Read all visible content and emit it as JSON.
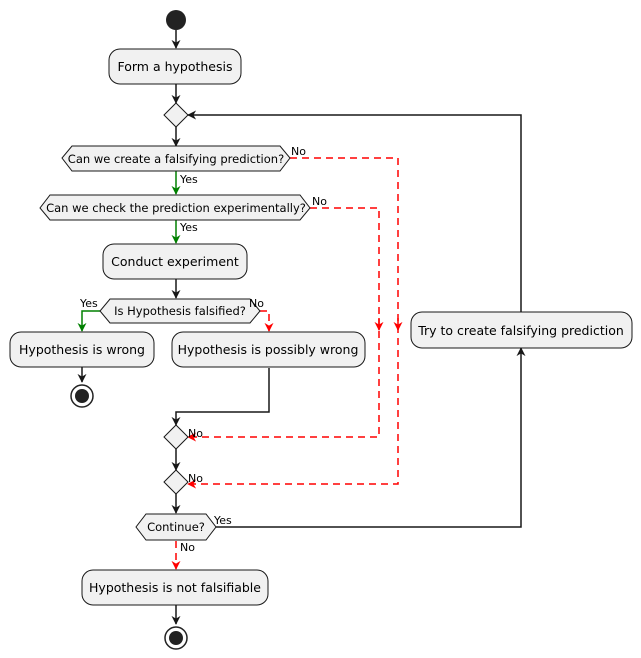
{
  "colors": {
    "node_fill": "#f1f1f1",
    "node_stroke": "#181818",
    "arrow_default": "#181818",
    "arrow_yes": "#008000",
    "arrow_no": "#ff0000"
  },
  "diagram": {
    "activities": {
      "form_hypothesis": "Form a hypothesis",
      "conduct_experiment": "Conduct experiment",
      "hypothesis_wrong": "Hypothesis is wrong",
      "hypothesis_possibly_wrong": "Hypothesis is possibly wrong",
      "try_create": "Try to create falsifying prediction",
      "not_falsifiable": "Hypothesis is not falsifiable"
    },
    "decisions": {
      "create_prediction": "Can we create a falsifying prediction?",
      "check_prediction": "Can we check the prediction experimentally?",
      "is_falsified": "Is Hypothesis falsified?",
      "continue": "Continue?"
    },
    "labels": {
      "yes": "Yes",
      "no": "No"
    }
  }
}
